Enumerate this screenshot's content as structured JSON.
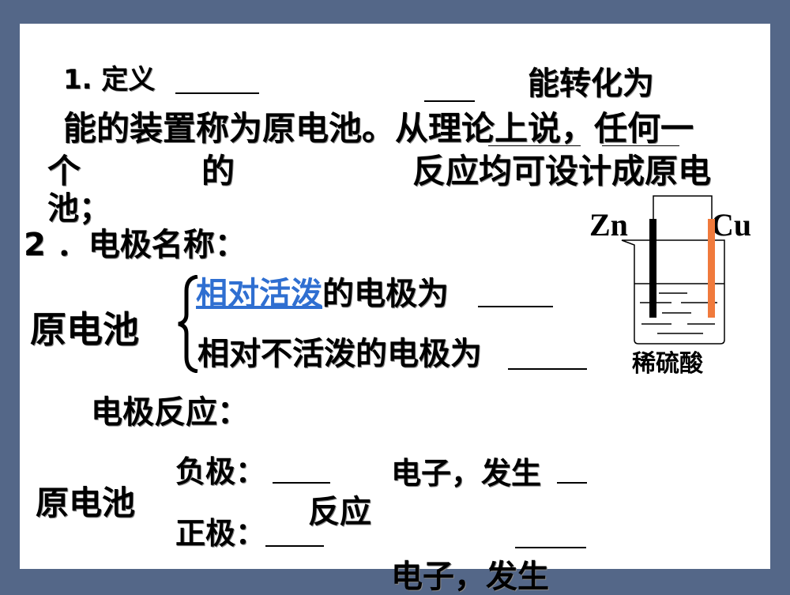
{
  "section1": {
    "l1_prefix": "1. 定义",
    "l1_suffix": "能转化为",
    "l2": "能的装置称为原电池。从理论上说，任何一",
    "l3_a": "个",
    "l3_b": "的",
    "l3_c": "反应均可设计成原电",
    "l4": "池；"
  },
  "section2": {
    "title": "2 ．电极名称：",
    "cell_label": "原电池",
    "active_highlight": "相对活泼",
    "active_rest": "的电极为",
    "inactive": "相对不活泼的电极为",
    "highlight_color": "#2f6fd1"
  },
  "diagram": {
    "zn_label": "Zn",
    "cu_label": "Cu",
    "solution_label": "稀硫酸",
    "cu_color": "#f07a3c"
  },
  "section3": {
    "title": "电极反应：",
    "cell_label": "原电池",
    "neg_label": "负极：",
    "electron_text": "电子，发生",
    "reaction_text": "反应",
    "pos_label": "正极：",
    "electron_text2": "电子，发生"
  }
}
